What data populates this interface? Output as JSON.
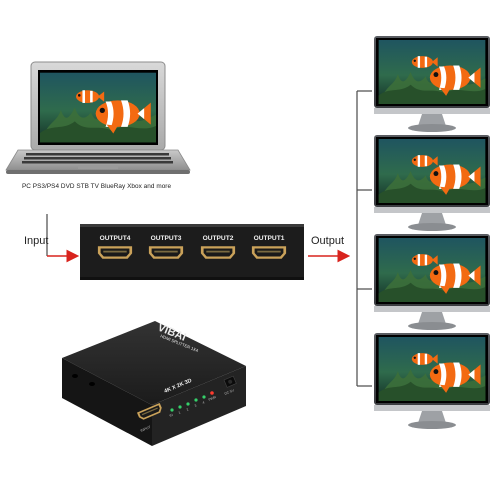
{
  "caption": "PC PS3/PS4 DVD STB TV BlueRay Xbox and more",
  "labels": {
    "input": "Input",
    "output": "Output"
  },
  "splitter_front": {
    "ports": [
      "OUTPUT4",
      "OUTPUT3",
      "OUTPUT2",
      "OUTPUT1"
    ]
  },
  "splitter_3d": {
    "brand": "VIBAI",
    "model": "HDMI SPLITTER 1X4",
    "resolution": "4K X 2K 3D",
    "input_port": "INPUT",
    "power": "DC 5V",
    "led_labels": [
      "IN",
      "1",
      "2",
      "3",
      "4",
      "PWR"
    ]
  },
  "monitor_count": 4,
  "colors": {
    "arrow": "#d8231d",
    "connector_line": "#4a4a4a",
    "device_body": "#1f1f1f",
    "led_green": "#35d06a",
    "led_red": "#ff3b2e",
    "fish_orange": "#f36a12"
  },
  "icons": {
    "laptop": "laptop-icon",
    "monitor": "monitor-icon",
    "hdmi_port": "hdmi-port-icon",
    "arrow": "arrow-right-icon"
  }
}
